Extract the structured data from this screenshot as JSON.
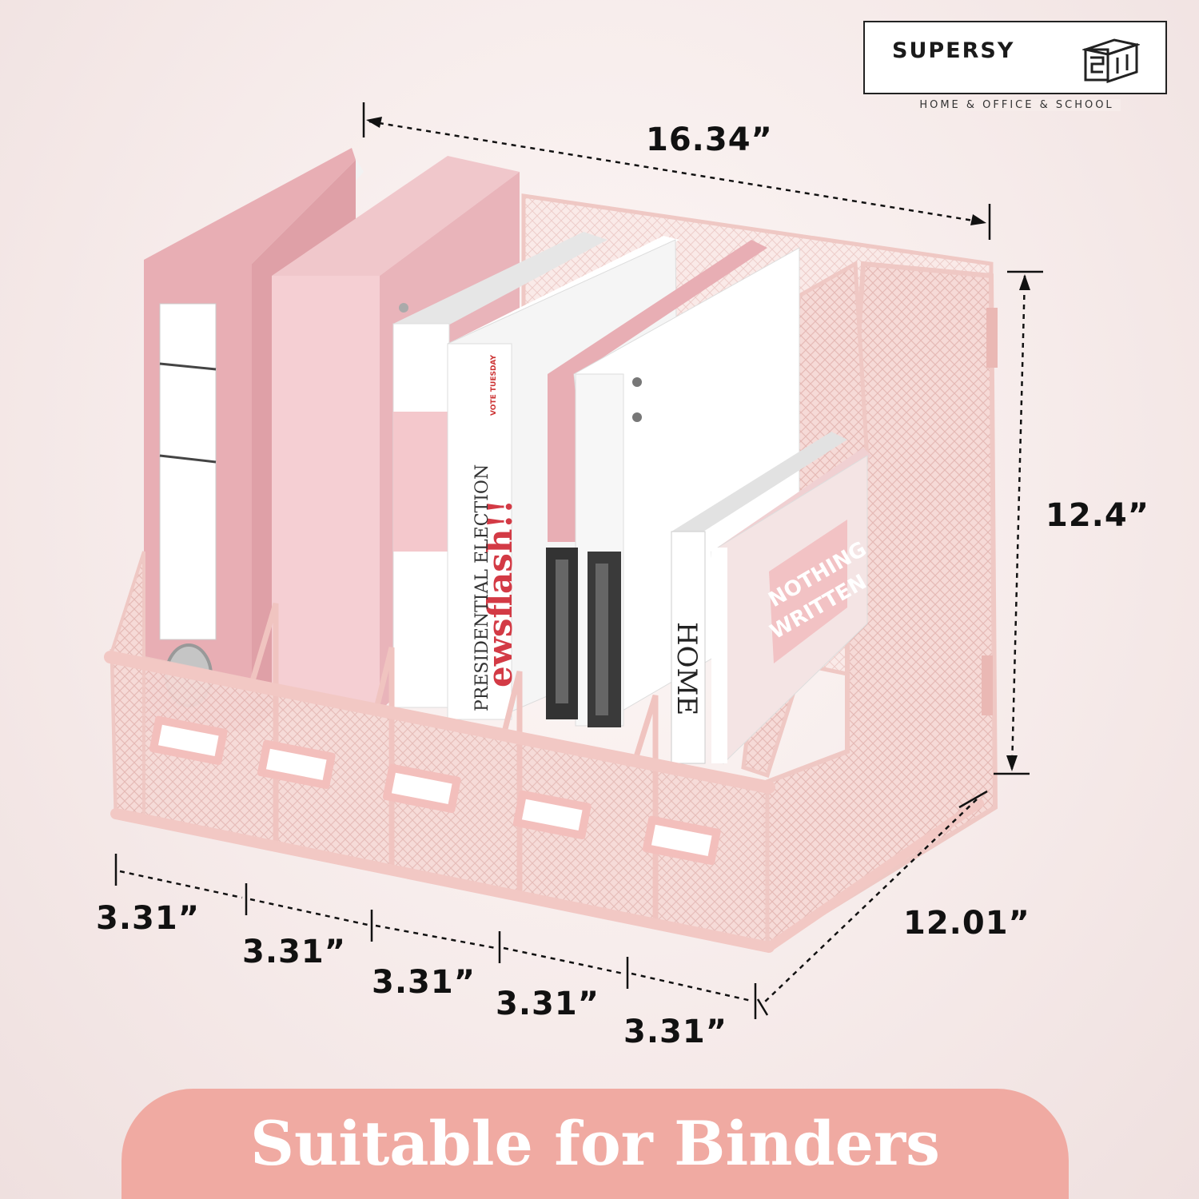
{
  "brand": {
    "name": "SUPERSY",
    "tagline": "HOME & OFFICE & SCHOOL",
    "logo_icon": "stacked-box-logo-icon"
  },
  "dimensions": {
    "width": "16.34”",
    "height": "12.4”",
    "depth": "12.01”",
    "compartments": [
      "3.31”",
      "3.31”",
      "3.31”",
      "3.31”",
      "3.31”"
    ]
  },
  "books": {
    "newspaper_headline": "ewsflash!!",
    "newspaper_section": "PRESIDENTIAL ELECTION",
    "newspaper_badge": "VOTE TUESDAY",
    "book_title": "HOME",
    "pink_book_text_1": "NOTHING",
    "pink_book_text_2": "WRITTEN"
  },
  "banner": {
    "text": "Suitable for Binders"
  },
  "colors": {
    "organizer_pink": "#f3cfcc",
    "binder_pink": "#e8aeb4",
    "banner_bg": "#f0aaa2",
    "banner_text": "#ffffff"
  }
}
